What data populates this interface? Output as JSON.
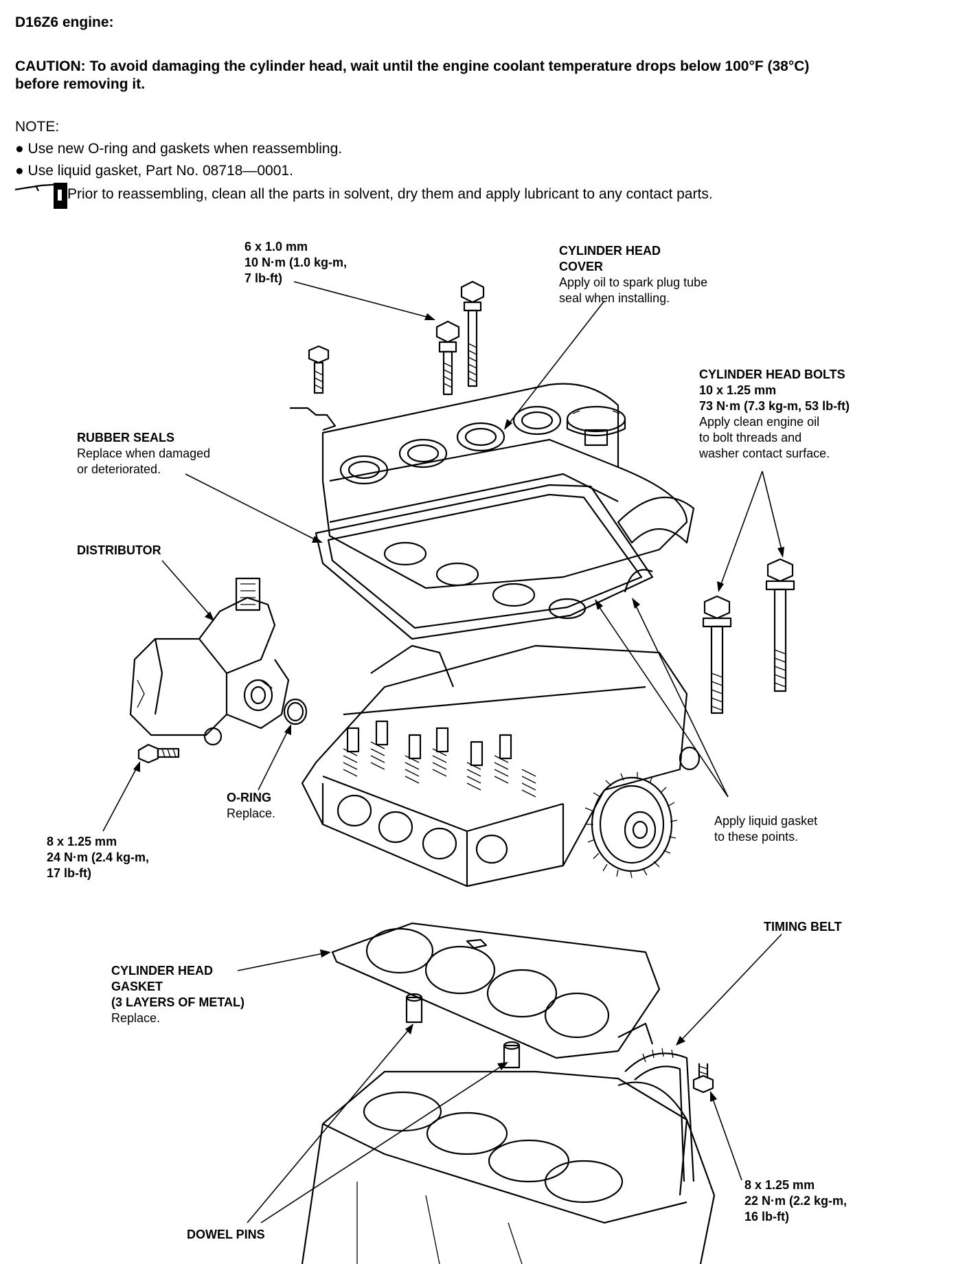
{
  "title": "D16Z6 engine:",
  "caution": {
    "label": "CAUTION:",
    "line1": "To avoid damaging the cylinder head, wait until the engine coolant temperature drops below 100°F (38°C)",
    "line2": "before removing it."
  },
  "note": {
    "label": "NOTE:",
    "items": [
      "Use new O-ring and gaskets when reassembling.",
      "Use liquid gasket, Part No. 08718—0001.",
      "Prior to reassembling, clean all the parts in solvent, dry them and apply lubricant to any contact parts."
    ]
  },
  "callouts": {
    "cover_bolt": {
      "line1": "6 x 1.0 mm",
      "line2": "10 N·m (1.0 kg-m,",
      "line3": "7 lb-ft)"
    },
    "head_cover": {
      "title1": "CYLINDER HEAD",
      "title2": "COVER",
      "desc1": "Apply oil to spark plug tube",
      "desc2": "seal when installing."
    },
    "head_bolts": {
      "title": "CYLINDER HEAD BOLTS",
      "spec1": "10 x 1.25 mm",
      "spec2": "73 N·m (7.3 kg-m, 53 lb-ft)",
      "desc1": "Apply clean engine oil",
      "desc2": "to bolt threads and",
      "desc3": "washer contact surface."
    },
    "rubber_seals": {
      "title": "RUBBER SEALS",
      "desc1": "Replace when damaged",
      "desc2": "or deteriorated."
    },
    "distributor": {
      "title": "DISTRIBUTOR"
    },
    "o_ring": {
      "title": "O-RING",
      "desc": "Replace."
    },
    "dist_bolt": {
      "line1": "8 x 1.25 mm",
      "line2": "24 N·m (2.4 kg-m,",
      "line3": "17 lb-ft)"
    },
    "liquid_gasket": {
      "line1": "Apply liquid gasket",
      "line2": "to these points."
    },
    "timing_belt": {
      "title": "TIMING BELT"
    },
    "head_gasket": {
      "title1": "CYLINDER HEAD",
      "title2": "GASKET",
      "title3": "(3 LAYERS OF METAL)",
      "desc": "Replace."
    },
    "block_bolt": {
      "line1": "8 x 1.25 mm",
      "line2": "22 N·m (2.2 kg-m,",
      "line3": "16 lb-ft)"
    },
    "dowel_pins": {
      "title": "DOWEL PINS"
    }
  }
}
